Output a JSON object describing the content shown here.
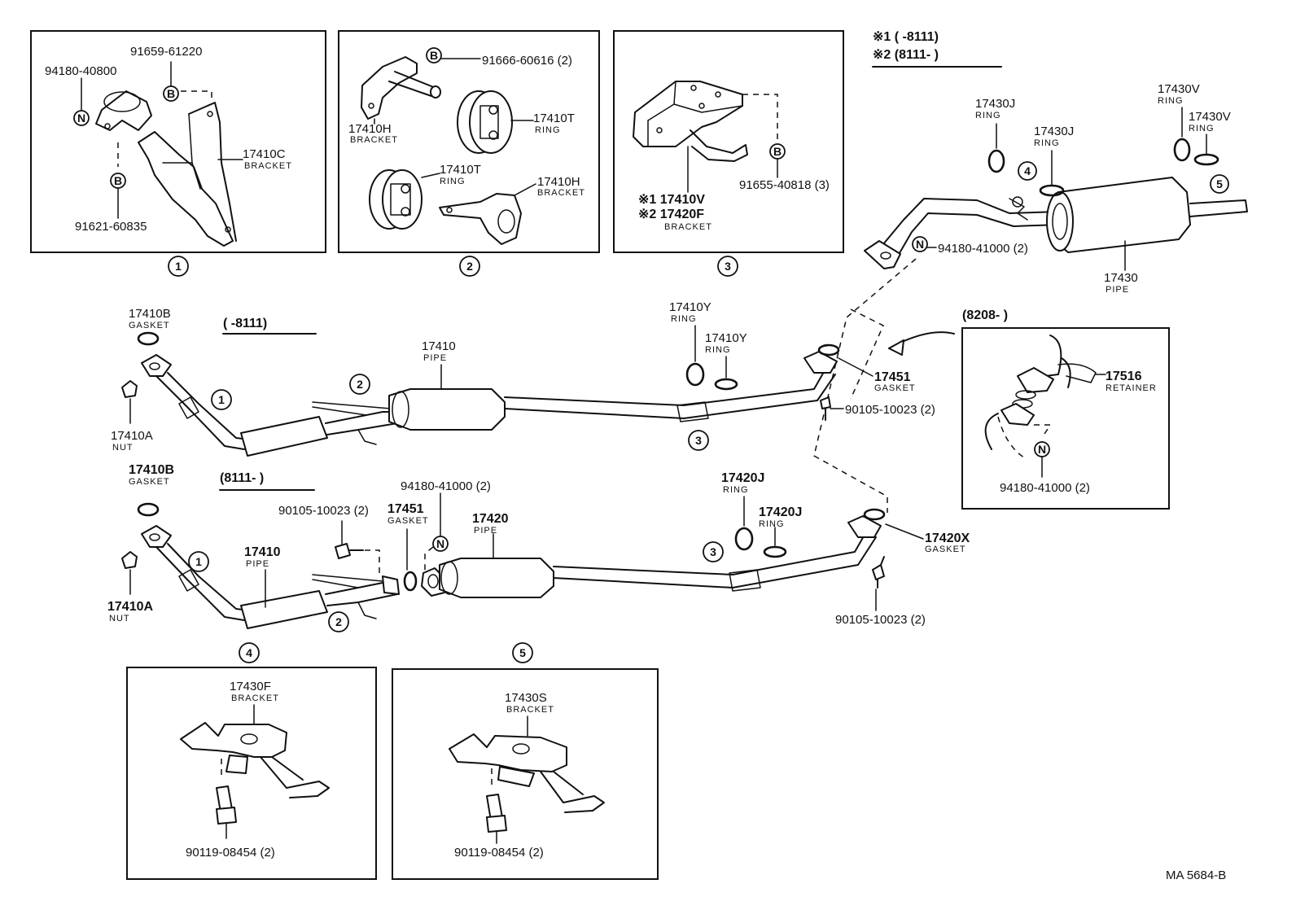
{
  "boxes": {
    "b1": "1",
    "b2": "2",
    "b3": "3",
    "b4": "4",
    "b5": "5"
  },
  "box1": {
    "p1": "91659-61220",
    "p2": "94180-40800",
    "p3": "17410C",
    "p3s": "BRACKET",
    "p4": "91621-60835"
  },
  "box2": {
    "p1": "91666-60616 (2)",
    "p2": "17410H",
    "p2s": "BRACKET",
    "p3": "17410T",
    "p3s": "RING",
    "p4": "17410T",
    "p4s": "RING",
    "p5": "17410H",
    "p5s": "BRACKET"
  },
  "box3": {
    "p1a": "※1 17410V",
    "p1b": "※2 17420F",
    "p1s": "BRACKET",
    "p2": "91655-40818 (3)"
  },
  "notes": {
    "n1": "※1 (      -8111)",
    "n2": "※2 (8111-      )"
  },
  "upper": {
    "range": "(      -8111)",
    "gasket": "17410B",
    "gasket_s": "GASKET",
    "nut": "17410A",
    "nut_s": "NUT",
    "pipe": "17410",
    "pipe_s": "PIPE",
    "ring1": "17410Y",
    "ring1_s": "RING",
    "ring2": "17410Y",
    "ring2_s": "RING",
    "gasket2": "17451",
    "gasket2_s": "GASKET",
    "bolt": "90105-10023 (2)"
  },
  "lower": {
    "range": "(8111-      )",
    "gasket": "17410B",
    "gasket_s": "GASKET",
    "nut": "17410A",
    "nut_s": "NUT",
    "pipe": "17410",
    "pipe_s": "PIPE",
    "bolt1": "90105-10023 (2)",
    "gasket2": "17451",
    "gasket2_s": "GASKET",
    "nutN": "94180-41000 (2)",
    "pipe2": "17420",
    "pipe2_s": "PIPE",
    "ring1": "17420J",
    "ring1_s": "RING",
    "ring2": "17420J",
    "ring2_s": "RING",
    "gasket3": "17420X",
    "gasket3_s": "GASKET",
    "bolt2": "90105-10023 (2)"
  },
  "tail": {
    "ring1": "17430J",
    "ring1_s": "RING",
    "ring2": "17430J",
    "ring2_s": "RING",
    "ring3": "17430V",
    "ring3_s": "RING",
    "ring4": "17430V",
    "ring4_s": "RING",
    "nut": "94180-41000 (2)",
    "pipe": "17430",
    "pipe_s": "PIPE"
  },
  "inset": {
    "range": "(8208-      )",
    "ret": "17516",
    "ret_s": "RETAINER",
    "nut": "94180-41000 (2)"
  },
  "box4": {
    "p1": "17430F",
    "p1s": "BRACKET",
    "p2": "90119-08454 (2)"
  },
  "box5": {
    "p1": "17430S",
    "p1s": "BRACKET",
    "p2": "90119-08454 (2)"
  },
  "letters": {
    "b": "B",
    "n": "N"
  },
  "footer": "MA  5684-B"
}
